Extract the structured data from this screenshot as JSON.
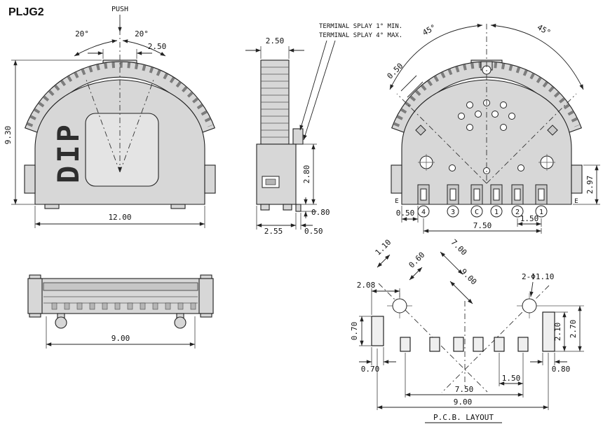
{
  "title": "PLJG2",
  "front_view": {
    "push_label": "PUSH",
    "dip_label": "DIP",
    "dim_angle_left": "20°",
    "dim_angle_right": "20°",
    "dim_knob_width": "2.50",
    "dim_height": "9.30",
    "dim_width": "12.00"
  },
  "side_view": {
    "note_splay_min": "TERMINAL SPLAY 1° MIN.",
    "note_splay_max": "TERMINAL SPLAY 4° MAX.",
    "dim_width": "2.50",
    "dim_body_height": "2.80",
    "dim_terminal_drop": "0.80",
    "dim_depth": "2.55",
    "dim_foot_offset": "0.50"
  },
  "rear_view": {
    "dim_angle_left": "45°",
    "dim_angle_right": "45°",
    "dim_tooth": "0.50",
    "dim_height": "2.97",
    "dim_terminal_offset": "0.50",
    "dim_terminal_pitch": "1.50",
    "dim_span": "7.50",
    "label_e_left": "E",
    "label_e_right": "E",
    "terminals": [
      "4",
      "3",
      "C",
      "1",
      "2",
      "1"
    ]
  },
  "bottom_view": {
    "dim_width": "9.00"
  },
  "pcb": {
    "title": "P.C.B.  LAYOUT",
    "dim_slot_width": "1.10",
    "dim_slot_gap": "0.60",
    "dim_diag_inner": "7.00",
    "dim_diag_outer": "9.00",
    "dim_hole_offset": "2.08",
    "dim_holes": "2-Φ1.10",
    "dim_pad_height_left": "0.70",
    "dim_pad_width_left": "0.70",
    "dim_pad_height_right": "2.10",
    "dim_pad_extent_right": "2.70",
    "dim_pad_width_right": "0.80",
    "dim_pitch": "1.50",
    "dim_span": "7.50",
    "dim_total": "9.00"
  }
}
